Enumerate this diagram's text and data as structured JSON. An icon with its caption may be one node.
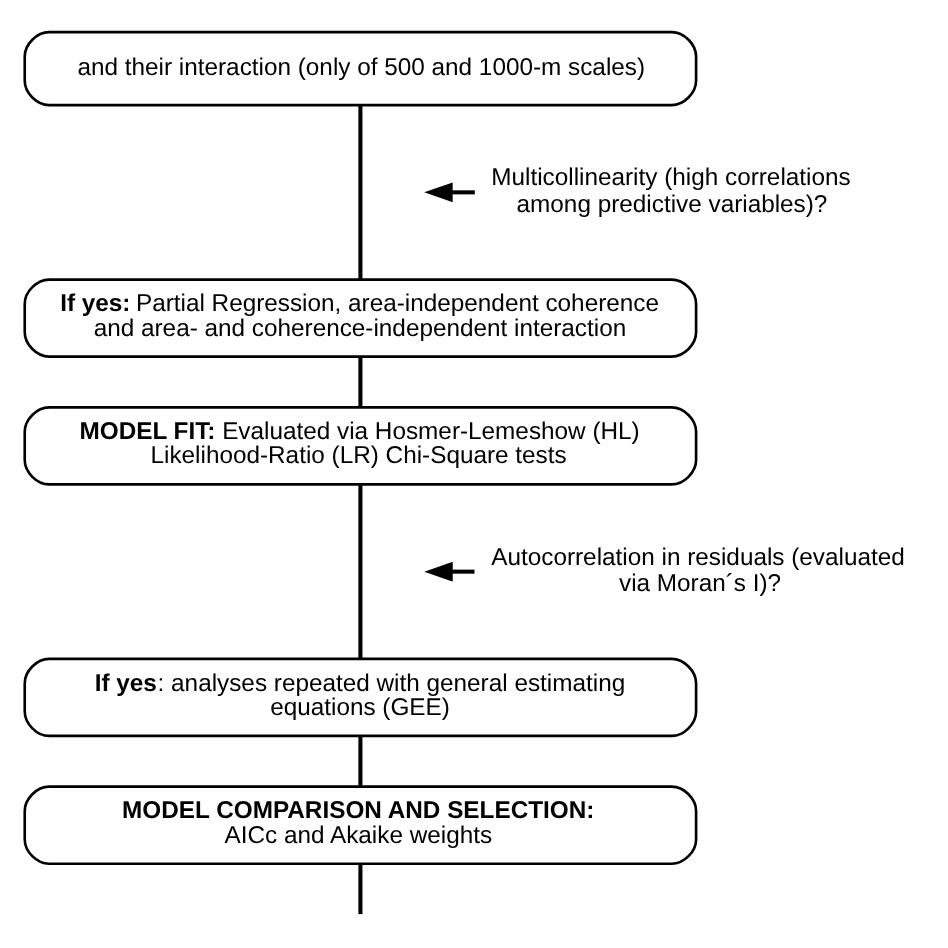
{
  "diagram": {
    "nodes": [
      {
        "text": [
          "and their interaction (only of 500 and 1000-m scales)"
        ]
      },
      {
        "text": [
          "**If yes:** Partial Regression, area-independent coherence and area- and coherence-independent interaction"
        ]
      },
      {
        "text": [
          "**MODEL FIT:** Evaluated via Hosmer-Lemeshow (HL) Likelihood-Ratio (LR) Chi-Square tests"
        ]
      },
      {
        "text": [
          "**If yes**: analyses repeated with general estimating equations (GEE)"
        ]
      },
      {
        "text": [
          "MODEL COMPARISON AND SELECTION:",
          "AICc and Akaike weights"
        ]
      },
      {
        "text": [
          "Multicollinearity (high correlations among predictive variables)?"
        ]
      },
      {
        "text": [
          "Autocorrelation in residuals (evaluated via Moran´s I)?"
        ]
      }
    ],
    "edges": [
      {
        "from": 0,
        "to": 1,
        "arrow": "none"
      },
      {
        "from": 1,
        "to": 2,
        "arrow": "none"
      },
      {
        "from": 2,
        "to": 3,
        "arrow": "none"
      },
      {
        "from": 3,
        "to": 4,
        "arrow": "none"
      },
      {
        "from": 4,
        "to": null,
        "arrow": "none"
      },
      {
        "from": 5,
        "to": null,
        "arrow": "to"
      },
      {
        "from": 6,
        "to": null,
        "arrow": "to"
      }
    ]
  }
}
